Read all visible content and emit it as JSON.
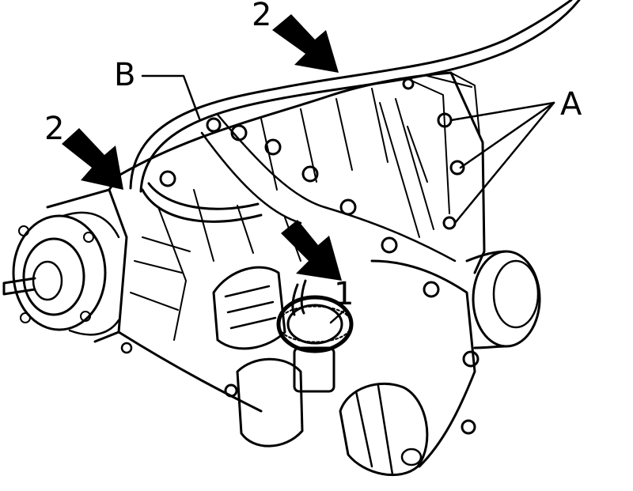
{
  "diagram": {
    "callouts": {
      "label_1": "1",
      "label_2_top": "2",
      "label_2_left": "2",
      "label_a": "A",
      "label_b": "B"
    },
    "colors": {
      "ink": "#000000",
      "paper": "#ffffff"
    },
    "icons": [
      "arrow-icon"
    ]
  }
}
